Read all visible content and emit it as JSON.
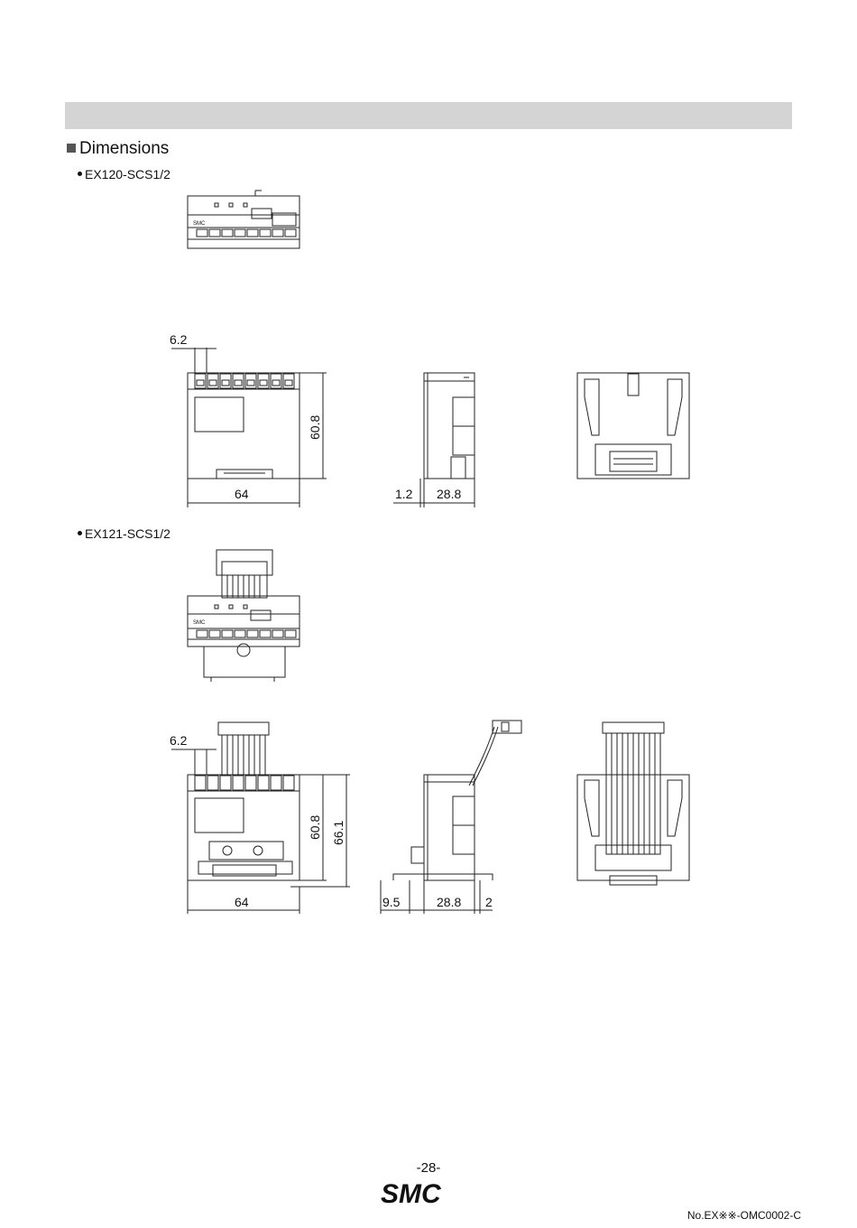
{
  "section": {
    "title": "Dimensions"
  },
  "models": [
    {
      "name": "EX120-SCS1/2",
      "dims": {
        "pitch": "6.2",
        "height": "60.8",
        "width": "64",
        "rail": "1.2",
        "depth": "28.8"
      }
    },
    {
      "name": "EX121-SCS1/2",
      "dims": {
        "pitch": "6.2",
        "height": "60.8",
        "height_total": "66.1",
        "width": "64",
        "rail": "9.5",
        "depth": "28.8",
        "cable": "2"
      }
    }
  ],
  "footer": {
    "page": "-28-",
    "brand": "SMC",
    "doc_no": "No.EX※※-OMC0002-C"
  },
  "logo_text": {
    "top": "SMC",
    "front": "SMC"
  },
  "colors": {
    "band": "#d4d4d4",
    "line": "#222222",
    "logo": "#9a9a9a"
  }
}
